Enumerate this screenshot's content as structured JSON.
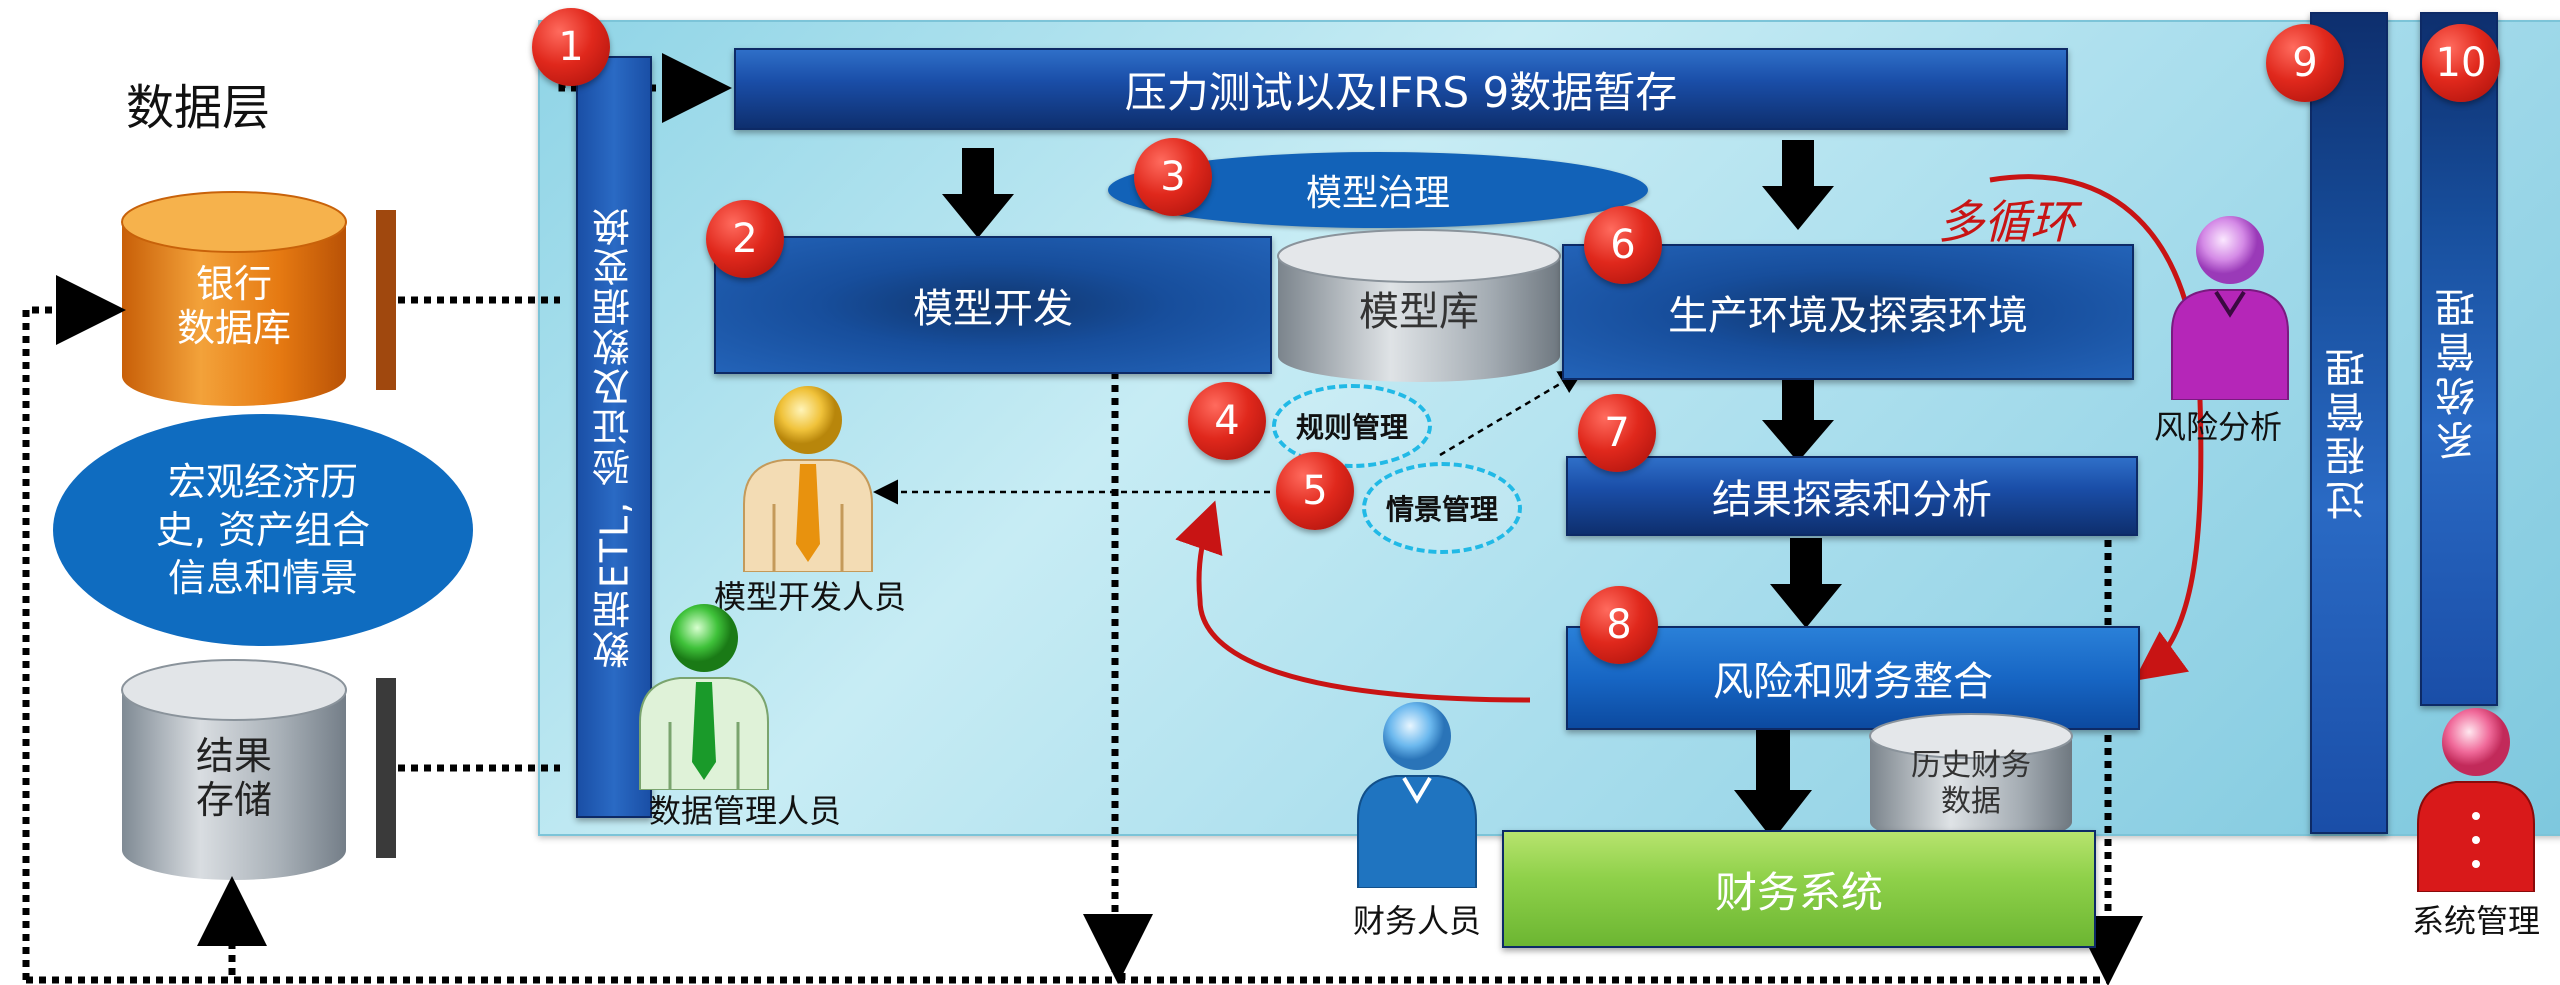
{
  "left": {
    "data_layer_title": "数据层",
    "bank_db": [
      "银行",
      "数据库"
    ],
    "macro_ellipse": [
      "宏观经济历",
      "史, 资产组合",
      "信息和情景"
    ],
    "result_storage": [
      "结果",
      "存储"
    ]
  },
  "nodes": {
    "n1": "1",
    "n2": "2",
    "n3": "3",
    "n4": "4",
    "n5": "5",
    "n6": "6",
    "n7": "7",
    "n8": "8",
    "n9": "9",
    "n10": "10"
  },
  "boxes": {
    "stress_test": "压力测试以及IFRS 9数据暂存",
    "etl": "数据ETL, 验证及数据变换",
    "model_governance": "模型治理",
    "model_dev": "模型开发",
    "model_library": "模型库",
    "rule_mgmt": "规则管理",
    "scenario_mgmt": "情景管理",
    "prod_env": "生产环境及探索环境",
    "result_analysis": "结果探索和分析",
    "risk_finance": "风险和财务整合",
    "history_finance": [
      "历史财务",
      "数据"
    ],
    "finance_system": "财务系统",
    "process_mgmt": "过程管理",
    "system_mgmt": "系统管理",
    "multi_cycle": "多循环"
  },
  "people": {
    "model_developer": "模型开发人员",
    "data_manager": "数据管理人员",
    "finance_staff": "财务人员",
    "risk_analyst": "风险分析",
    "sys_admin": "系统管理"
  },
  "colors": {
    "accent_red": "#c81414",
    "bar_blue": "#1a4ea8",
    "panel_cyan": "#aadeed",
    "finance_green": "#8fd14a",
    "orange_db": "#ef8f1a"
  }
}
